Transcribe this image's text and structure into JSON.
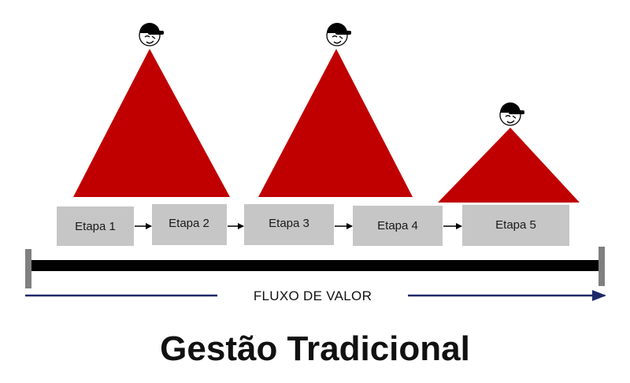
{
  "title": "Gestão Tradicional",
  "flow_label": "FLUXO DE VALOR",
  "steps": [
    "Etapa 1",
    "Etapa 2",
    "Etapa 3",
    "Etapa 4",
    "Etapa 5"
  ],
  "icons": {
    "worker": "worker-head-icon",
    "inventory": "inventory-triangle-icon",
    "arrow": "arrow-right-icon"
  },
  "colors": {
    "triangle": "#c00000",
    "step_box": "#c6c6c6",
    "timeline": "#000000",
    "timeline_cap": "#808080",
    "flow_arrow": "#1f2a6b",
    "face": "#ffffff",
    "helmet": "#000000"
  }
}
